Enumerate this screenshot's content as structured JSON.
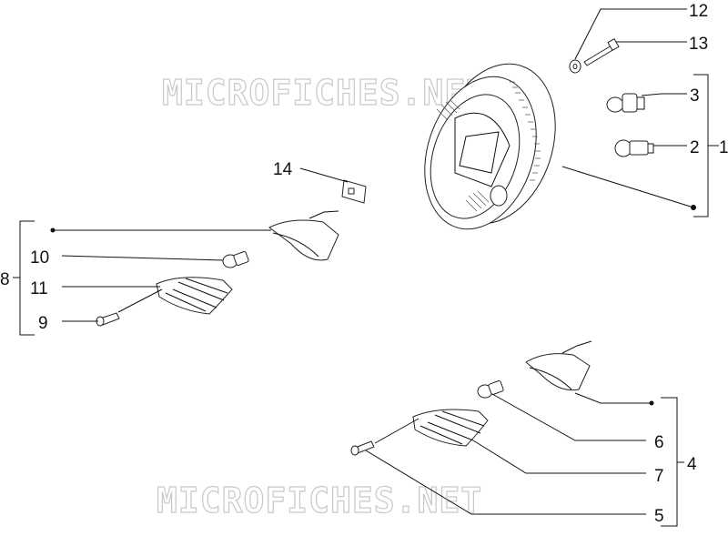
{
  "watermark": {
    "top": "MICROFICHES.NET",
    "bottom": "MICROFICHES.NET"
  },
  "callouts": {
    "c1": "1",
    "c2": "2",
    "c3": "3",
    "c4": "4",
    "c5": "5",
    "c6": "6",
    "c7": "7",
    "c8": "8",
    "c9": "9",
    "c10": "10",
    "c11": "11",
    "c12": "12",
    "c13": "13",
    "c14": "14"
  }
}
